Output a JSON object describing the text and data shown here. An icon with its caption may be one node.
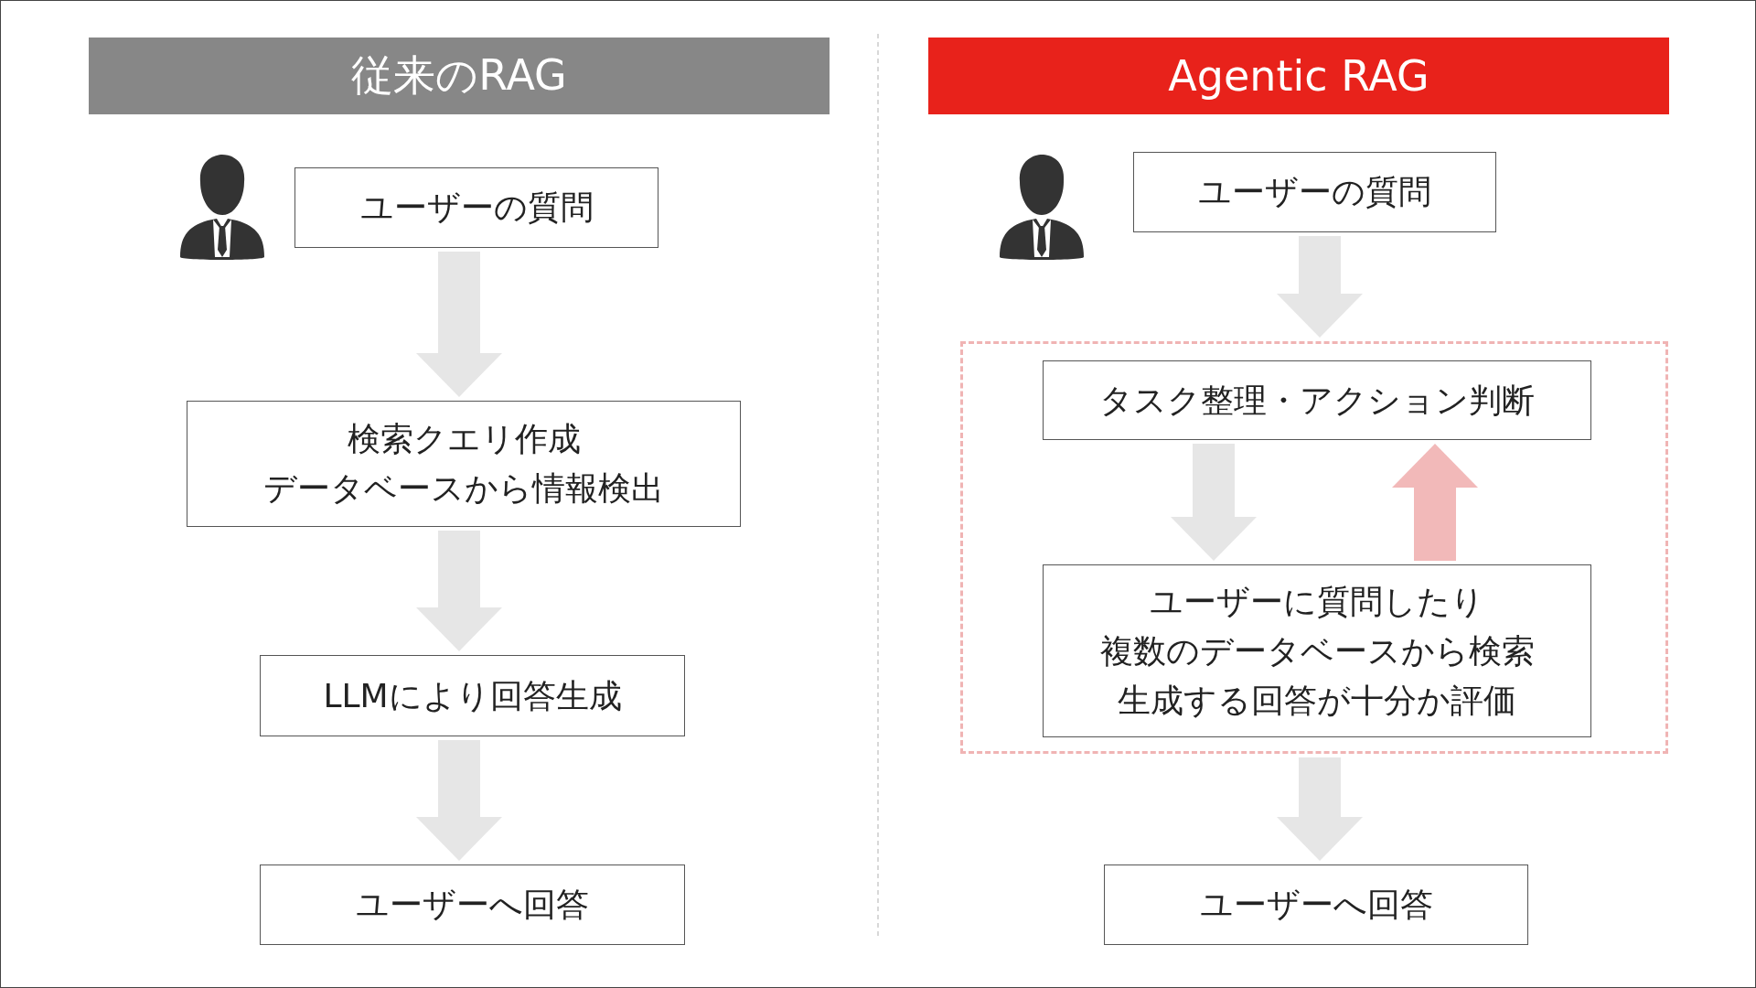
{
  "diagram": {
    "nodes": [
      {
        "text": [
          "従来のRAG"
        ]
      },
      {
        "text": [
          "ユーザーの質問"
        ]
      },
      {
        "text": [
          "検索クエリ作成",
          "データベースから情報検出"
        ]
      },
      {
        "text": [
          "LLMにより回答生成"
        ]
      },
      {
        "text": [
          "ユーザーへ回答"
        ]
      },
      {
        "text": [
          "Agentic RAG"
        ]
      },
      {
        "text": [
          "ユーザーの質問"
        ]
      },
      {
        "text": [],
        "shape": "box"
      },
      {
        "text": [
          "タスク整理・アクション判断"
        ],
        "in": 7
      },
      {
        "text": [
          "ユーザーに質問したり",
          "複数のデータベースから検索",
          "生成する回答が十分か評価"
        ],
        "in": 7
      },
      {
        "text": [
          "ユーザーへ回答"
        ]
      }
    ],
    "edges": [
      {
        "from": 1,
        "to": 2,
        "arrow": "to"
      },
      {
        "from": 2,
        "to": 3,
        "arrow": "to"
      },
      {
        "from": 3,
        "to": 4,
        "arrow": "to"
      },
      {
        "from": 6,
        "to": 7,
        "arrow": "to"
      },
      {
        "from": 8,
        "to": 9,
        "arrow": "to"
      },
      {
        "from": 9,
        "to": 8,
        "arrow": "to",
        "color": "#f2b9b9"
      },
      {
        "from": 7,
        "to": 10,
        "arrow": "to"
      }
    ]
  }
}
